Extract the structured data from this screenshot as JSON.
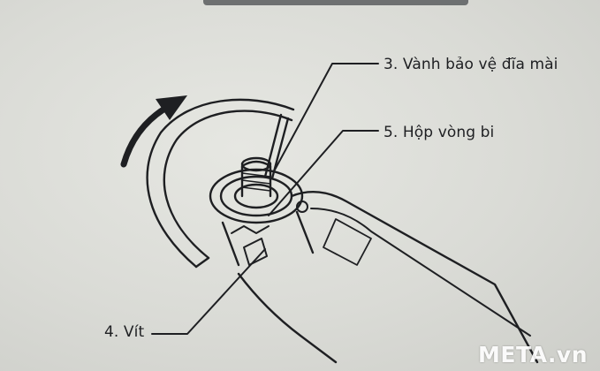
{
  "labels": {
    "guard": "3. Vành bảo vệ đĩa mài",
    "bearing_box": "5. Hộp vòng bi",
    "screw": "4. Vít"
  },
  "watermark": "META.vn",
  "colors": {
    "paper": "#dcddd8",
    "ink": "#1e1f22",
    "watermark": "#ffffff"
  }
}
